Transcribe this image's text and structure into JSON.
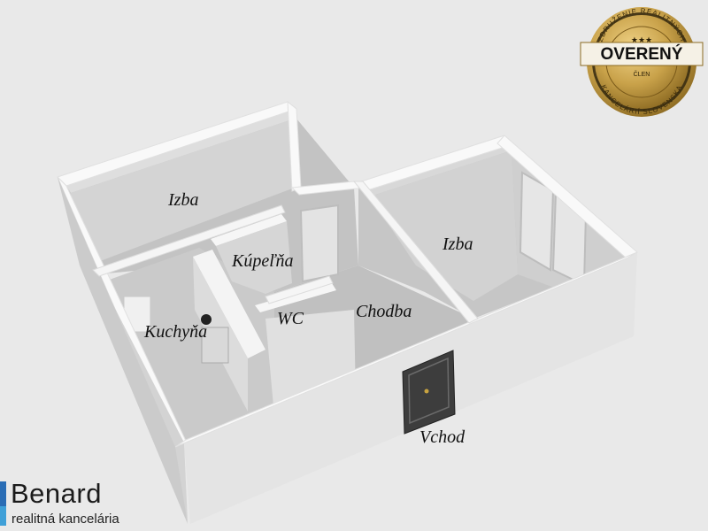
{
  "rooms": {
    "izba_left": "Izba",
    "izba_right": "Izba",
    "kupelna": "Kúpeľňa",
    "wc": "WC",
    "chodba": "Chodba",
    "kuchyna": "Kuchyňa",
    "vchod": "Vchod"
  },
  "badge": {
    "arc_top": "ZDRUŽENIE REALITNÝCH",
    "arc_bottom": "KANCELÁRIÍ SLOVENSKA",
    "main": "OVERENÝ",
    "sub": "ČLEN"
  },
  "logo": {
    "brand": "Benard",
    "tagline": "realitná kancelária"
  },
  "colors": {
    "background": "#e9e9e9",
    "wall_top": "#f8f8f8",
    "wall_face": "#dcdcdc",
    "floor": "#c2c2c2",
    "door": "#3f3f3f",
    "badge_gold": "#c9a24a",
    "logo_accent": "#2a6db5"
  }
}
